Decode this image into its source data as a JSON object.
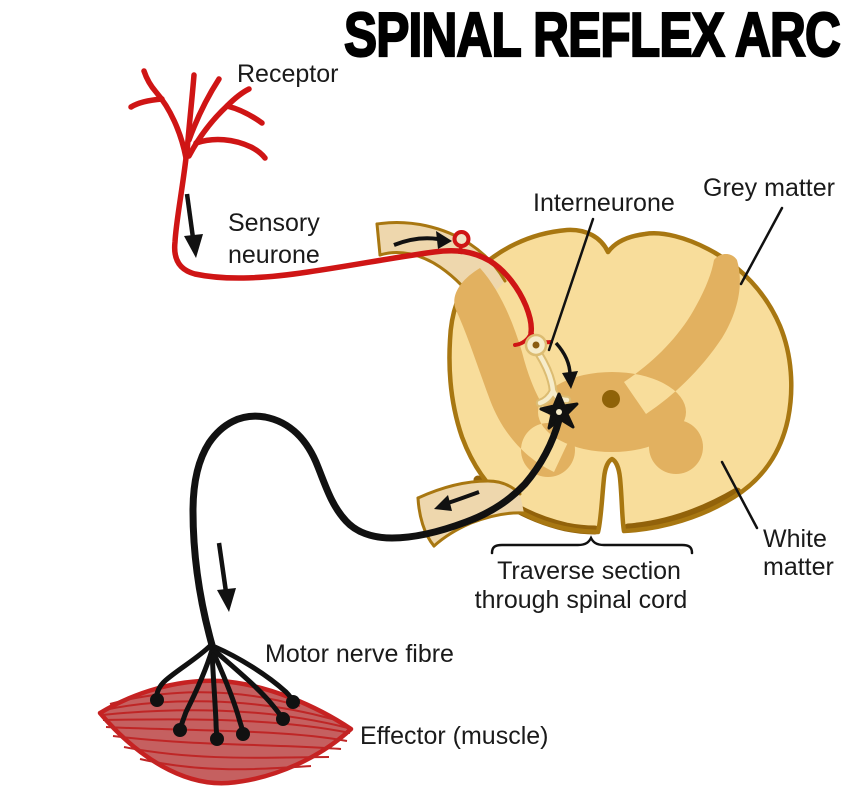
{
  "title": "SPINAL REFLEX ARC",
  "labels": {
    "receptor": "Receptor",
    "sensory_line1": "Sensory",
    "sensory_line2": "neurone",
    "interneurone": "Interneurone",
    "grey_matter": "Grey matter",
    "white_line1": "White",
    "white_line2": "matter",
    "traverse_line1": "Traverse section",
    "traverse_line2": "through spinal cord",
    "motor": "Motor nerve fibre",
    "effector": "Effector (muscle)"
  },
  "colors": {
    "nerve_red": "#cf1515",
    "fibre_black": "#111111",
    "cord_fill": "#f8dd9b",
    "cord_outline": "#a87711",
    "cord_base_shadow": "#92620a",
    "grey_matter_fill": "#e2b160",
    "central_canal": "#8f6208",
    "root_fill": "#eed7ad",
    "interneurone_cream": "#f6ecca",
    "interneurone_edge": "#dcbc72",
    "nucleus_brown": "#8a5c10",
    "muscle_fill": "#c56060",
    "muscle_striation": "#bf2626",
    "muscle_outline": "#c62222",
    "text": "#1a1a1a"
  }
}
